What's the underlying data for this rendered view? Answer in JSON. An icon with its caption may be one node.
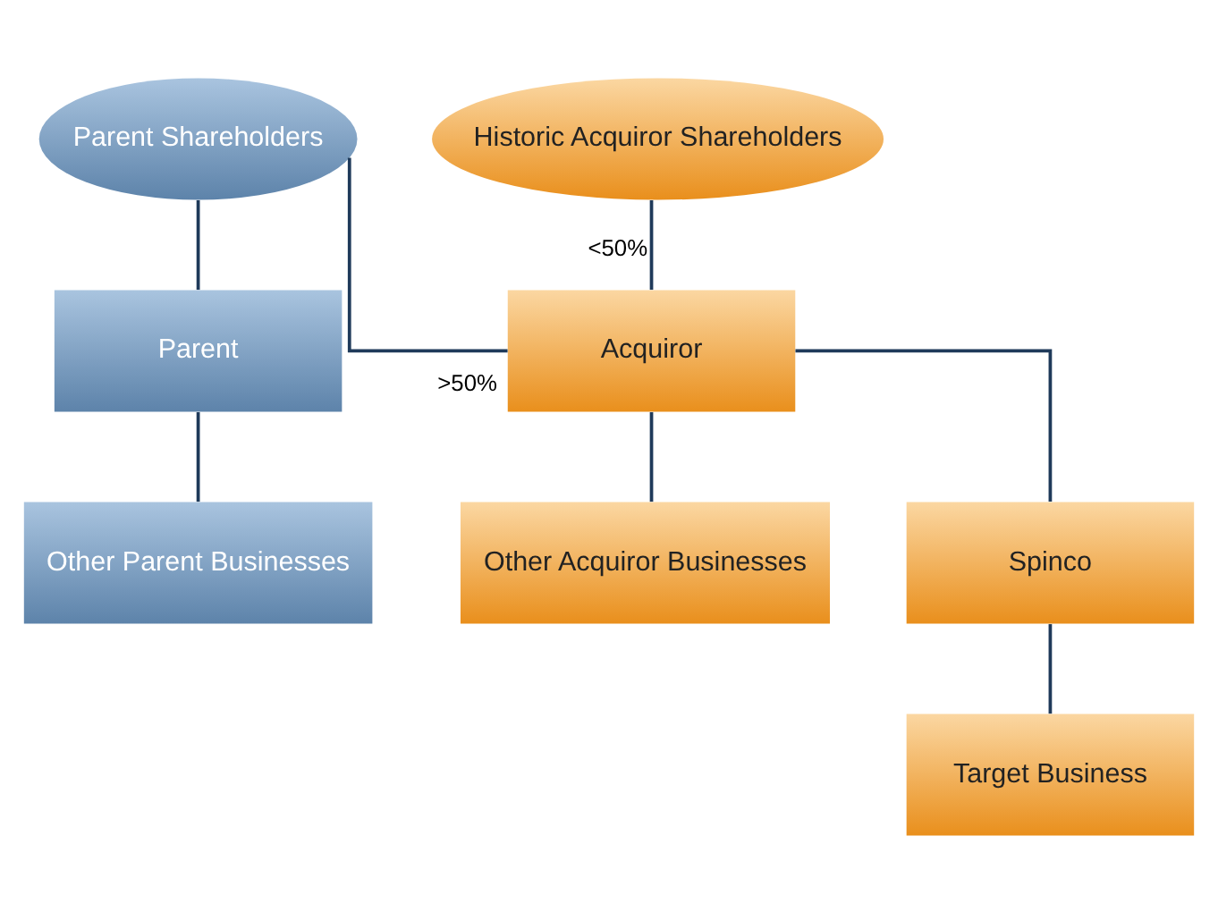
{
  "diagram": {
    "nodes": [
      {
        "text": [
          "Parent Shareholders"
        ]
      },
      {
        "text": [
          "Historic Acquiror Shareholders"
        ]
      },
      {
        "text": [
          "Parent"
        ]
      },
      {
        "text": [
          "Acquiror"
        ]
      },
      {
        "text": [
          "Other Parent Businesses"
        ]
      },
      {
        "text": [
          "Other Acquiror Businesses"
        ]
      },
      {
        "text": [
          "Spinco"
        ]
      },
      {
        "text": [
          "Target Business"
        ]
      }
    ],
    "edges": [
      {
        "from": 0,
        "to": 2,
        "arrow": "none"
      },
      {
        "from": 0,
        "to": 3,
        "arrow": "none",
        "label": ">50%"
      },
      {
        "from": 1,
        "to": 3,
        "arrow": "none",
        "label": "<50%"
      },
      {
        "from": 2,
        "to": 4,
        "arrow": "none"
      },
      {
        "from": 3,
        "to": 5,
        "arrow": "none"
      },
      {
        "from": 3,
        "to": 6,
        "arrow": "none"
      },
      {
        "from": 6,
        "to": 7,
        "arrow": "none"
      }
    ]
  }
}
